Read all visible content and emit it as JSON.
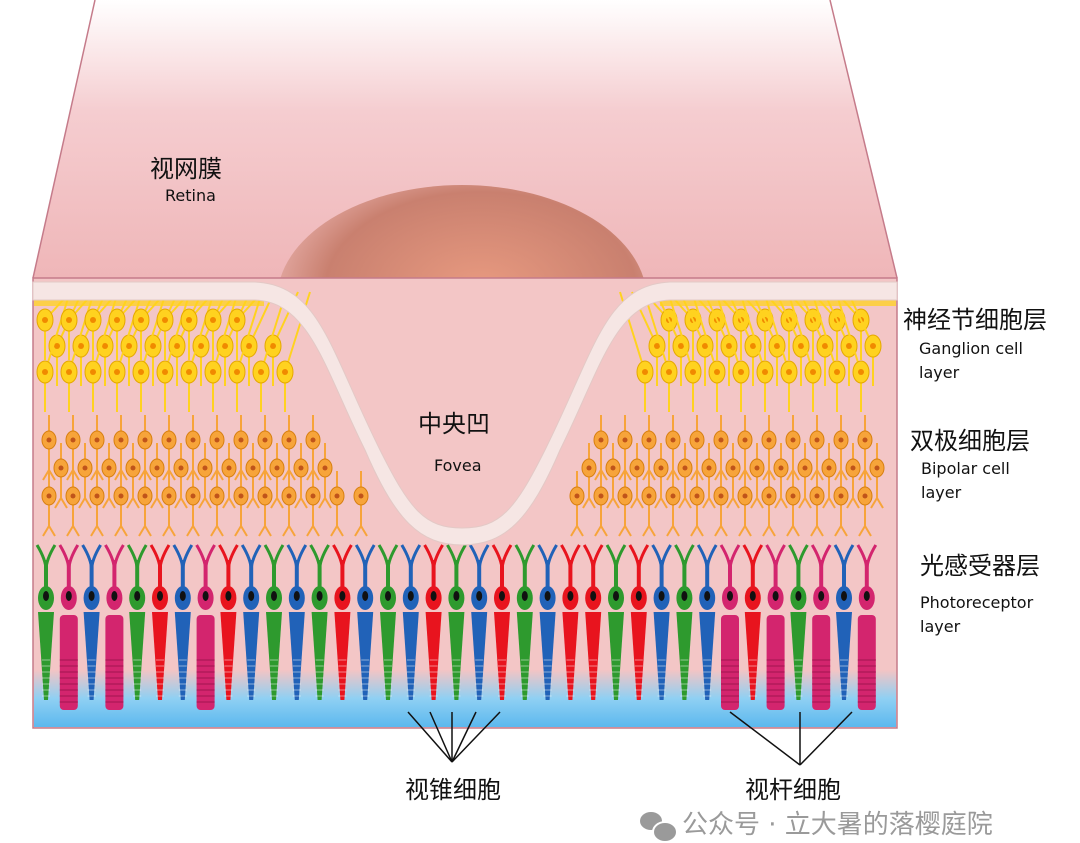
{
  "labels": {
    "retina_zh": "视网膜",
    "retina_en": "Retina",
    "fovea_zh": "中央凹",
    "fovea_en": "Fovea",
    "ganglion_zh": "神经节细胞层",
    "ganglion_en_1": "Ganglion cell",
    "ganglion_en_2": "layer",
    "bipolar_zh": "双极细胞层",
    "bipolar_en_1": "Bipolar cell",
    "bipolar_en_2": "layer",
    "photo_zh": "光感受器层",
    "photo_en_1": "Photoreceptor",
    "photo_en_2": "layer",
    "cones_zh": "视锥细胞",
    "rods_zh": "视杆细胞"
  },
  "watermark": "公众号 · 立大暑的落樱庭院",
  "colors": {
    "retina_pink": "#f3c4c4",
    "ganglion": "#ffd21f",
    "bipolar": "#f7a43a",
    "cone_red": "#e8141e",
    "cone_green": "#2e9a2e",
    "cone_blue": "#2162b8",
    "rod": "#d3256e",
    "epithelium": "#6ec3f0"
  }
}
